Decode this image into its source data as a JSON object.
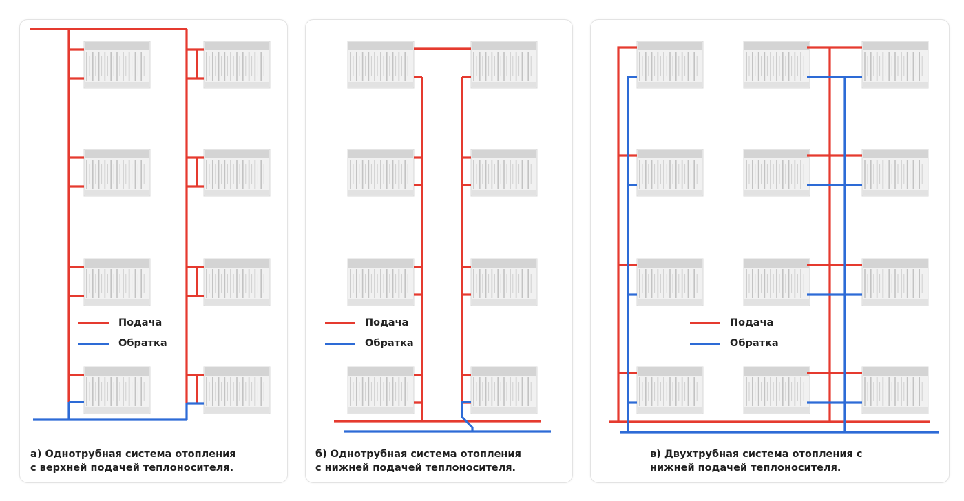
{
  "colors": {
    "supply": "#e53a2f",
    "return": "#2d6bd6",
    "radiator_body": "#f1f1f1",
    "radiator_top": "#d4d4d4",
    "radiator_fin": "#c3c3c3"
  },
  "legend": {
    "supply_label": "Подача",
    "return_label": "Обратка"
  },
  "panels": [
    {
      "caption_line1": "а) Однотрубная система отопления",
      "caption_line2": "с верхней подачей теплоносителя."
    },
    {
      "caption_line1": "б) Однотрубная система отопления",
      "caption_line2": "с нижней подачей теплоносителя."
    },
    {
      "caption_line1": "в) Двухтрубная система отопления с",
      "caption_line2": "нижней подачей теплоносителя."
    }
  ]
}
